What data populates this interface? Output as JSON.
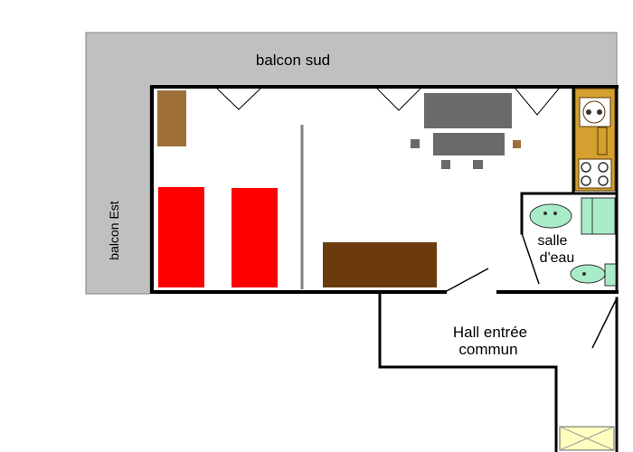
{
  "labels": {
    "balcony_south": "balcon sud",
    "balcony_east": "balcon Est",
    "bathroom_line1": "salle",
    "bathroom_line2": "d'eau",
    "hall_line1": "Hall entrée",
    "hall_line2": "commun"
  },
  "colors": {
    "balcony": "#c0c0c0",
    "wall": "#000000",
    "bed": "#ff0000",
    "wood": "#a0703a",
    "dark_wood": "#6b3b0e",
    "table": "#6a6a6a",
    "sanitary": "#a8ecc8",
    "kitchen": "#d4a030",
    "doormat": "#ffffc0",
    "partition": "#808080"
  }
}
